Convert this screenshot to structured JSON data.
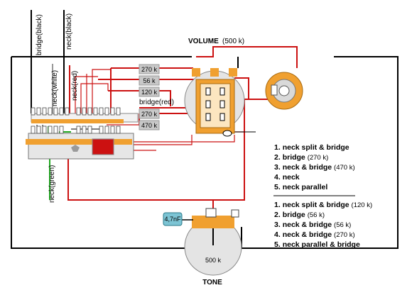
{
  "wire_labels": {
    "bridge_black": "bridge(black)",
    "neck_black": "neck(black)",
    "neck_white": "neck(white)",
    "neck_red": "neck(red)",
    "bridge_red": "bridge(red)",
    "neck_green": "neck(green)"
  },
  "resistors": [
    "270 k",
    "56 k",
    "120 k",
    "270 k",
    "470 k"
  ],
  "volume": {
    "label": "VOLUME",
    "value": "(500 k)"
  },
  "tone": {
    "label": "TONE",
    "value": "500 k"
  },
  "capacitor": "4,7nF",
  "positions_group1": [
    {
      "num": "1.",
      "text": "neck split & bridge",
      "note": ""
    },
    {
      "num": "2.",
      "text": "bridge",
      "note": "(270 k)"
    },
    {
      "num": "3.",
      "text": "neck & bridge",
      "note": "(470 k)"
    },
    {
      "num": "4.",
      "text": "neck",
      "note": ""
    },
    {
      "num": "5.",
      "text": "neck parallel",
      "note": ""
    }
  ],
  "positions_group2": [
    {
      "num": "1.",
      "text": "neck split & bridge",
      "note": "(120 k)"
    },
    {
      "num": "2.",
      "text": "bridge",
      "note": "(56 k)"
    },
    {
      "num": "3.",
      "text": "neck & bridge",
      "note": "(56 k)"
    },
    {
      "num": "4.",
      "text": "neck & bridge",
      "note": "(270 k)"
    },
    {
      "num": "5.",
      "text": "neck parallel & bridge",
      "note": ""
    }
  ],
  "colors": {
    "red": "#cc1111",
    "black": "#000000",
    "green": "#22aa22",
    "orange": "#f0a030",
    "gray": "#c8c8c8"
  }
}
